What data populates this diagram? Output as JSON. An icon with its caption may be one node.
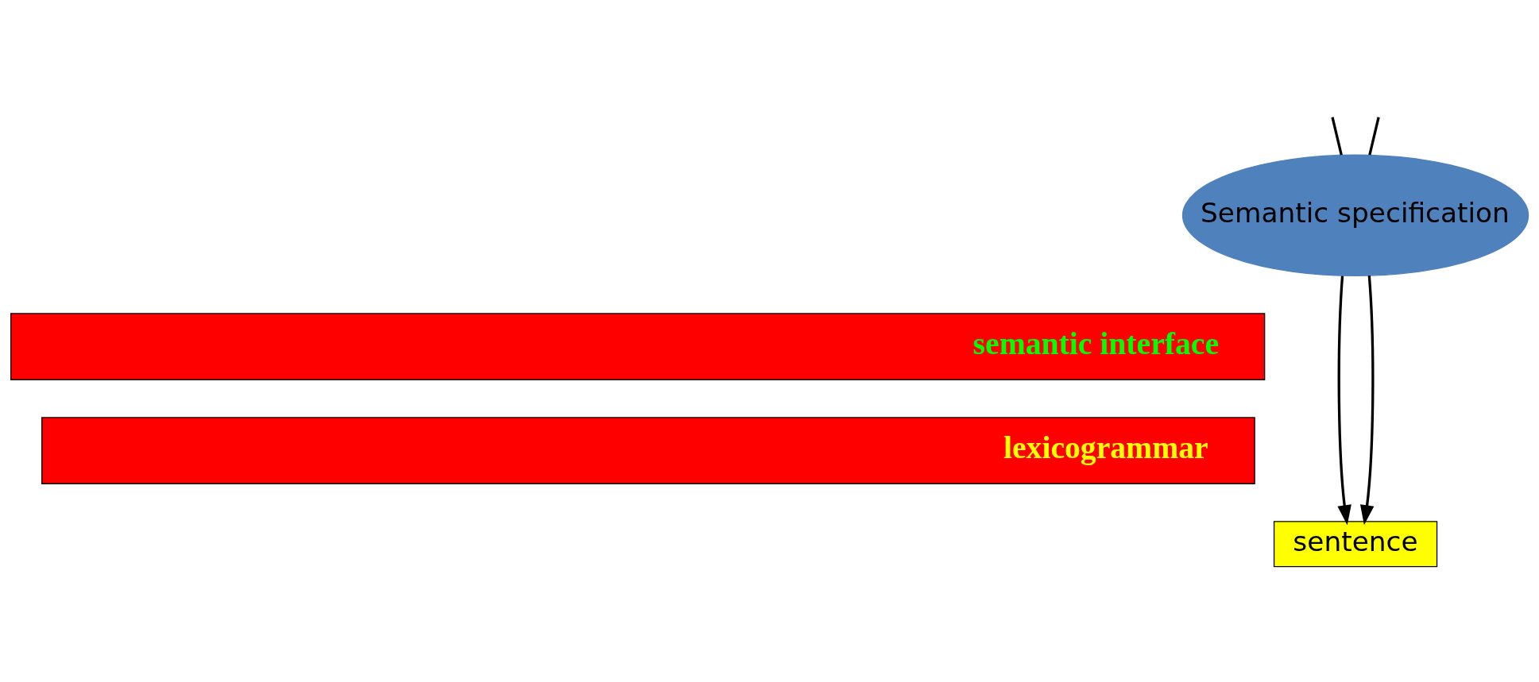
{
  "diagram": {
    "nodes": [
      {
        "text": [
          "Semantic specification"
        ]
      },
      {
        "text": [
          "semantic interface"
        ]
      },
      {
        "text": [
          "lexicogrammar"
        ]
      },
      {
        "text": [
          "sentence"
        ]
      }
    ],
    "edges": [
      {
        "from": null,
        "to": 0,
        "arrow": "none"
      },
      {
        "from": null,
        "to": 0,
        "arrow": "none"
      },
      {
        "from": 0,
        "to": 3,
        "arrow": "to"
      },
      {
        "from": 0,
        "to": 3,
        "arrow": "to"
      }
    ]
  }
}
